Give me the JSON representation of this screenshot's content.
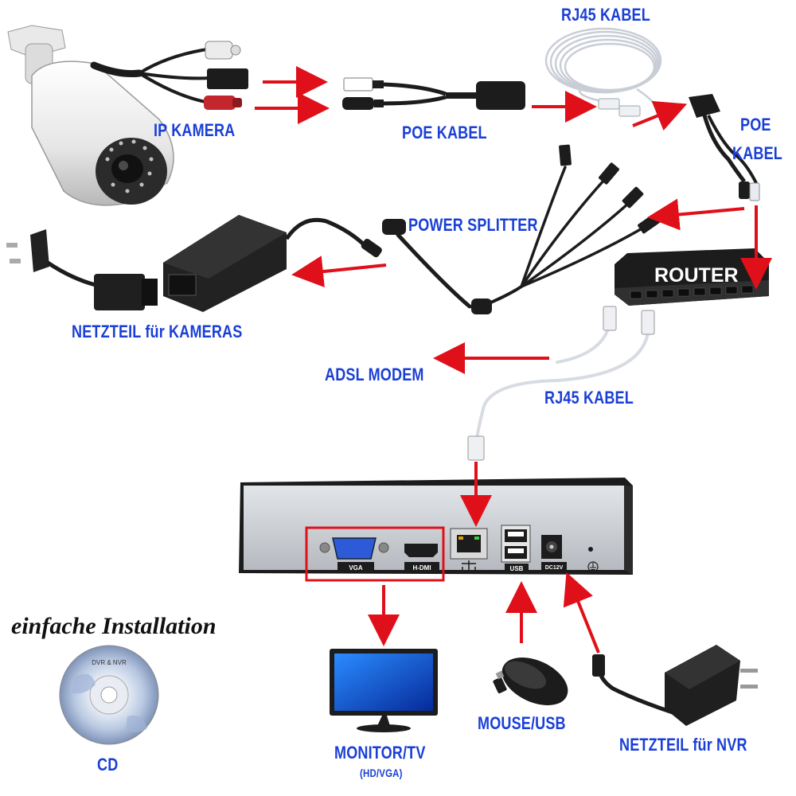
{
  "labels": {
    "rj45_top": "RJ45 KABEL",
    "ip_camera": "IP KAMERA",
    "poe_cable_center": "POE KABEL",
    "poe_right_line1": "POE",
    "poe_right_line2": "KABEL",
    "power_splitter": "POWER SPLITTER",
    "router": "ROUTER",
    "power_supply_cameras": "NETZTEIL für KAMERAS",
    "adsl_modem": "ADSL MODEM",
    "rj45_bottom": "RJ45 KABEL",
    "easy_install": "einfache Installation",
    "cd_label": "CD",
    "cd_disc_text": "DVR & NVR",
    "monitor": "MONITOR/TV",
    "monitor_sub": "(HD/VGA)",
    "mouse": "MOUSE/USB",
    "power_supply_nvr": "NETZTEIL für NVR"
  },
  "ports": {
    "vga": "VGA",
    "hdmi": "H-DMI",
    "usb": "USB",
    "dc": "DC12V"
  },
  "colors": {
    "label_blue": "#1a3fd6",
    "arrow_red": "#e0101a",
    "device_black": "#1c1c1c",
    "nvr_silver": "#c9cdd2"
  }
}
